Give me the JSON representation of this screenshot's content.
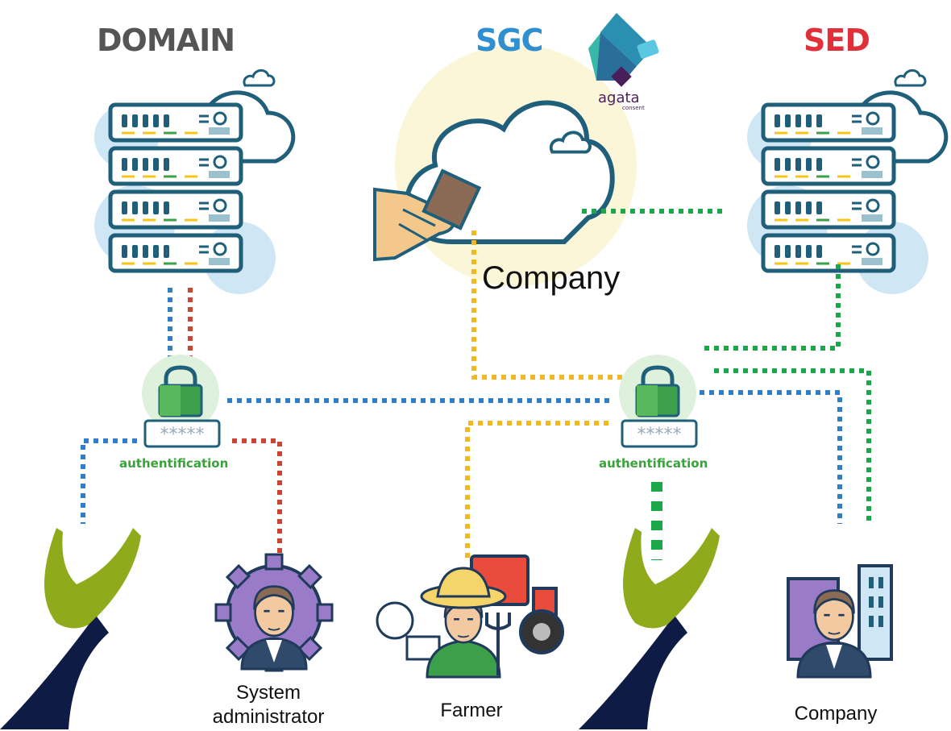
{
  "headings": {
    "domain": "DOMAIN",
    "sgc": "SGC",
    "sed": "SED"
  },
  "logo": {
    "text": "agata",
    "subtext": "consent"
  },
  "cloud_label": "Company",
  "auth": {
    "left_label": "authentification",
    "left_password": "*****",
    "right_label": "authentification",
    "right_password": "*****"
  },
  "people": {
    "sysadmin": "System administrator",
    "farmer": "Farmer",
    "company": "Company"
  },
  "colors": {
    "domain": "#555555",
    "sgc": "#2f8fd0",
    "sed": "#e0303a",
    "blue_link": "#2f7fc8",
    "red_link": "#cc4433",
    "yellow_link": "#f2b81e",
    "green_link": "#1aa84a",
    "server": "#1f5f7a",
    "lock": "#3ca04a",
    "swoosh_green": "#8faa1b",
    "swoosh_navy": "#0d1b45"
  },
  "icons": [
    "server-stack-icon",
    "cloud-icon",
    "handshake-icon",
    "lock-icon",
    "password-field-icon",
    "person-swoosh-icon",
    "sysadmin-gear-icon",
    "farmer-tractor-icon",
    "company-building-icon",
    "agata-logo-icon"
  ]
}
